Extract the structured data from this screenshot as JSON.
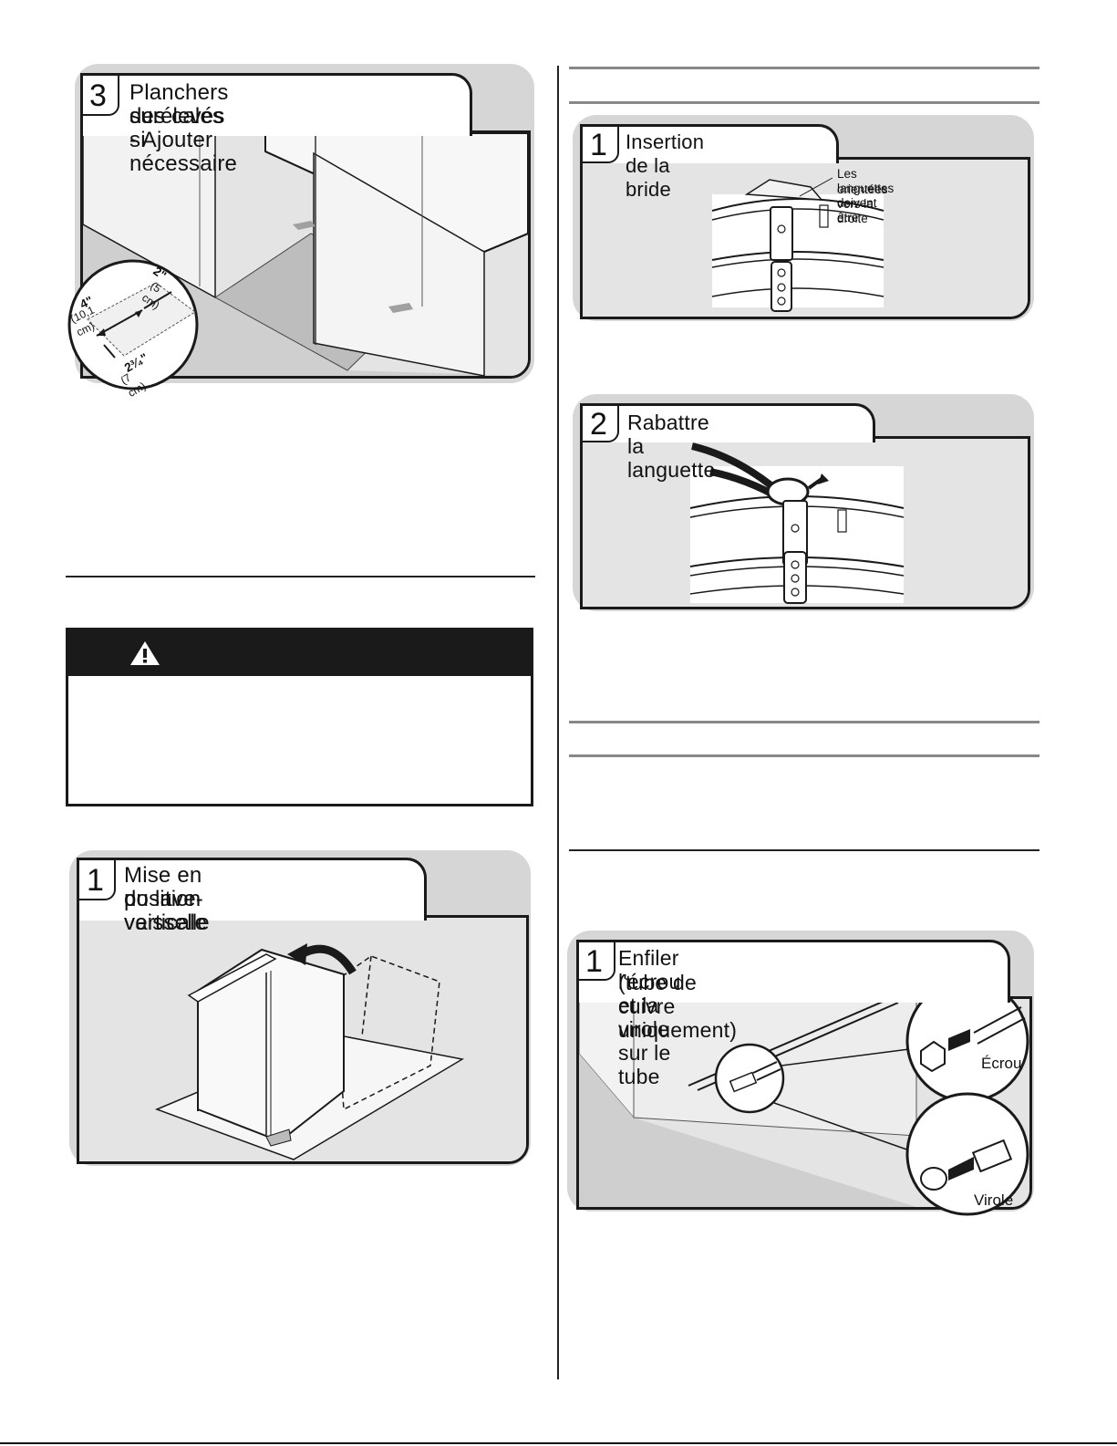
{
  "figures": {
    "raised_floors": {
      "number": "3",
      "title_line1": "Planchers surélevés - Ajouter",
      "title_line2": "des cales si nécessaire",
      "dims": {
        "depth": "4\"",
        "depth_metric": "(10,1 cm)",
        "width": "2\"",
        "width_metric": "(5 cm)",
        "height": "2³⁄₄\"",
        "height_metric": "(7 cm)"
      }
    },
    "upright": {
      "number": "1",
      "title_line1": "Mise en position verticale",
      "title_line2": "du lave-vaisselle"
    },
    "bracket_insert": {
      "number": "1",
      "title_line1": "Insertion de la bride",
      "callout_line1": "Les languettes doivent être",
      "callout_line2": "orientées vers la droite"
    },
    "fold_tab": {
      "number": "2",
      "title_line1": "Rabattre la languette"
    },
    "nut_ferrule": {
      "number": "1",
      "title_line1": "Enfiler l'écrou et la virole sur le tube",
      "title_line2": "(tube de cuivre uniquement)",
      "label_nut": "Écrou",
      "label_ferrule": "Virole"
    }
  },
  "warning": {
    "icon": "warning-triangle-icon",
    "label": ""
  },
  "colors": {
    "panel_fill": "#e4e4e4",
    "panel_shadow": "#d6d6d6",
    "ink": "#1a1a1a",
    "rule": "#888888"
  }
}
